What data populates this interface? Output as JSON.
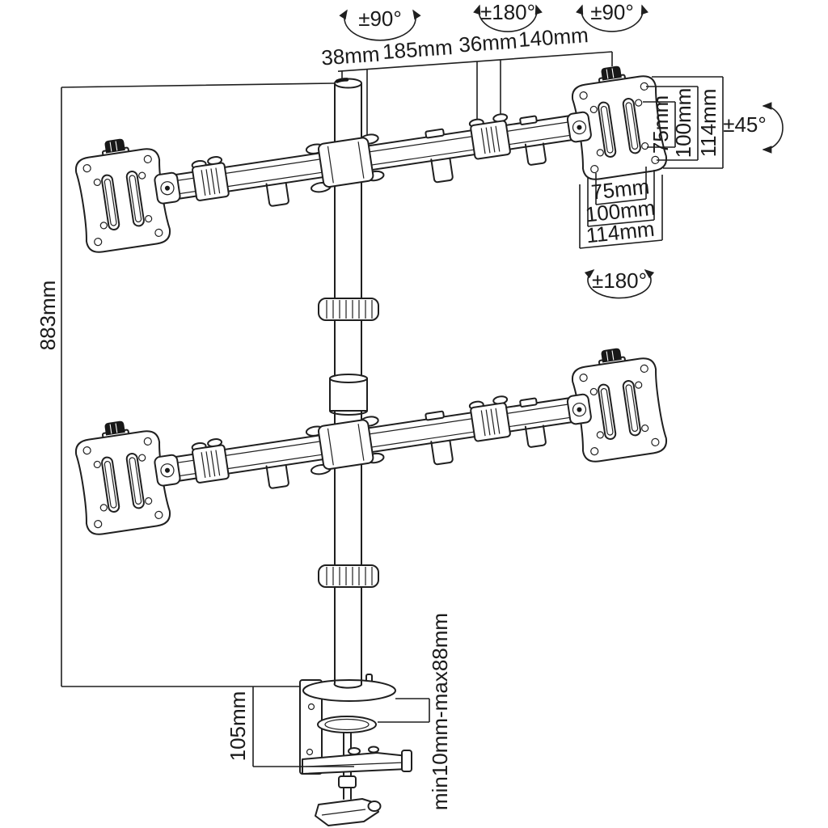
{
  "diagram": {
    "colors": {
      "line": "#1f1f1f",
      "background": "#ffffff",
      "knob": "#181818"
    },
    "rotation": {
      "pole_swivel": "±90°",
      "elbow_swivel": "±180°",
      "vesa_swivel": "±90°",
      "vesa_tilt": "±45°",
      "vesa_rotate": "±180°"
    },
    "arm": {
      "pole_diameter": "38mm",
      "inner_arm_length": "185mm",
      "elbow_width": "36mm",
      "outer_arm_length": "140mm"
    },
    "vesa": {
      "vertical": {
        "inner": "75mm",
        "middle": "100mm",
        "outer": "114mm"
      },
      "horizontal": {
        "inner": "75mm",
        "middle": "100mm",
        "outer": "114mm"
      }
    },
    "height": {
      "pole": "883mm",
      "clamp": "105mm",
      "desk_thickness": "min10mm-max88mm"
    }
  }
}
